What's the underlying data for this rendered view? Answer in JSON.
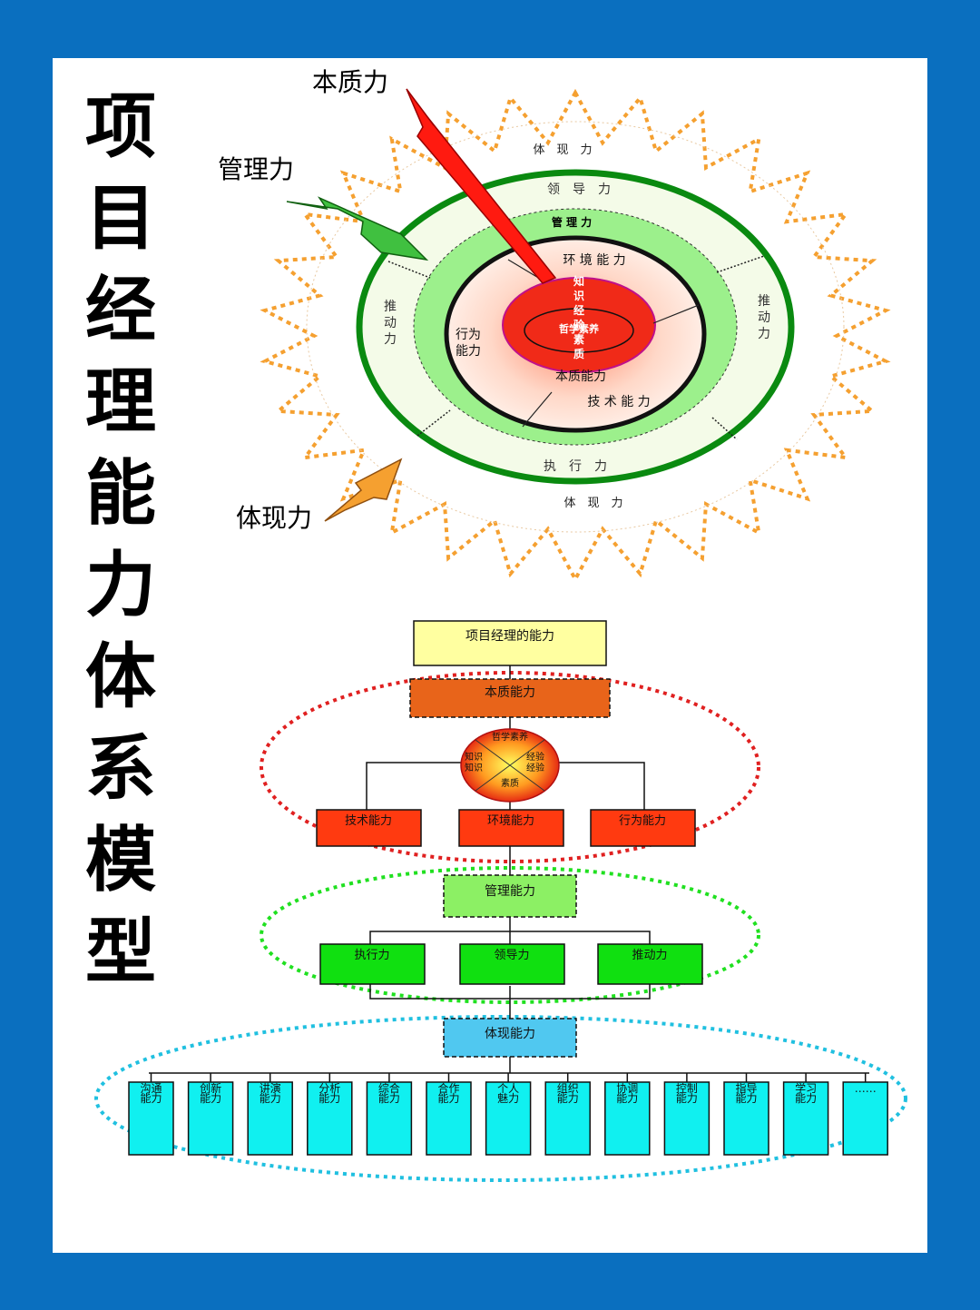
{
  "title": "项目经理能力体系模型",
  "onion": {
    "callouts": {
      "essence": "本质力",
      "management": "管理力",
      "embodiment": "体现力"
    },
    "ring_outer": {
      "top": "体　现　力",
      "bottom": "体　现　力"
    },
    "ring_green": {
      "lead": "领　导　力",
      "push_left": "推动力",
      "push_right": "推动力",
      "execute": "执　行　力"
    },
    "ring_mgmt": {
      "label": "管 理 力"
    },
    "ring_inner": {
      "env": "环 境 能 力",
      "behavior": "行为能力",
      "tech": "技 术 能 力",
      "essence": "本质能力"
    },
    "core": {
      "lines": [
        "知识",
        "经验",
        "素质"
      ],
      "philosophy": "哲学素养"
    }
  },
  "tree": {
    "root": "项目经理的能力",
    "essence": "本质能力",
    "circle": {
      "top": "哲学素养",
      "left": "知识\n知识",
      "right": "经验\n经验",
      "bottom": "素质"
    },
    "essence_children": [
      "技术能力",
      "环境能力",
      "行为能力"
    ],
    "management": "管理能力",
    "management_children": [
      "执行力",
      "领导力",
      "推动力"
    ],
    "embodiment": "体现能力",
    "embodiment_children": [
      "沟通\n能力",
      "创新\n能力",
      "讲演\n能力",
      "分析\n能力",
      "综合\n能力",
      "合作\n能力",
      "个人\n魅力",
      "组织\n能力",
      "协调\n能力",
      "控制\n能力",
      "指导\n能力",
      "学习\n能力",
      "……"
    ]
  },
  "colors": {
    "background": "#0a6fbf",
    "sun_rays": "#f5a030",
    "ring_dark_green": "#0a8a10",
    "ring_light_green": "#9cf08c",
    "core_red": "#f02a18",
    "root_yellow": "#ffffa0",
    "essence_orange": "#e8641a",
    "red_box": "#ff3a10",
    "mgmt_green": "#8cf064",
    "green_box": "#10e010",
    "blue_box": "#50c8f0",
    "cyan_box": "#10f0f0"
  }
}
